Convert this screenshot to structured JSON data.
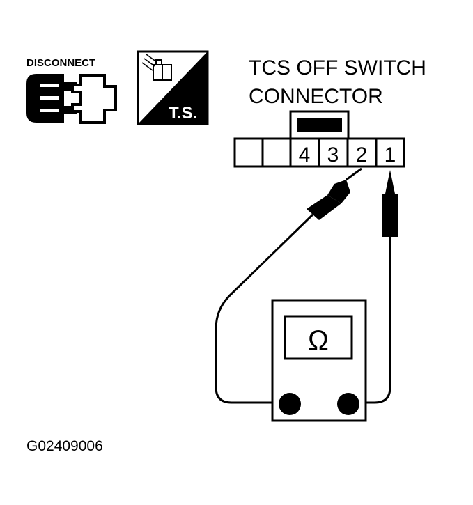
{
  "disconnect_label": "DISCONNECT",
  "ts_badge": "T.S.",
  "title_line1": "TCS OFF SWITCH",
  "title_line2": "CONNECTOR",
  "terminals": [
    "",
    "",
    "4",
    "3",
    "2",
    "1"
  ],
  "meter_symbol": "Ω",
  "figure_code": "G02409006",
  "icons": [
    "disconnect-connector-icon",
    "troubleshooting-icon",
    "ohmmeter-icon"
  ]
}
